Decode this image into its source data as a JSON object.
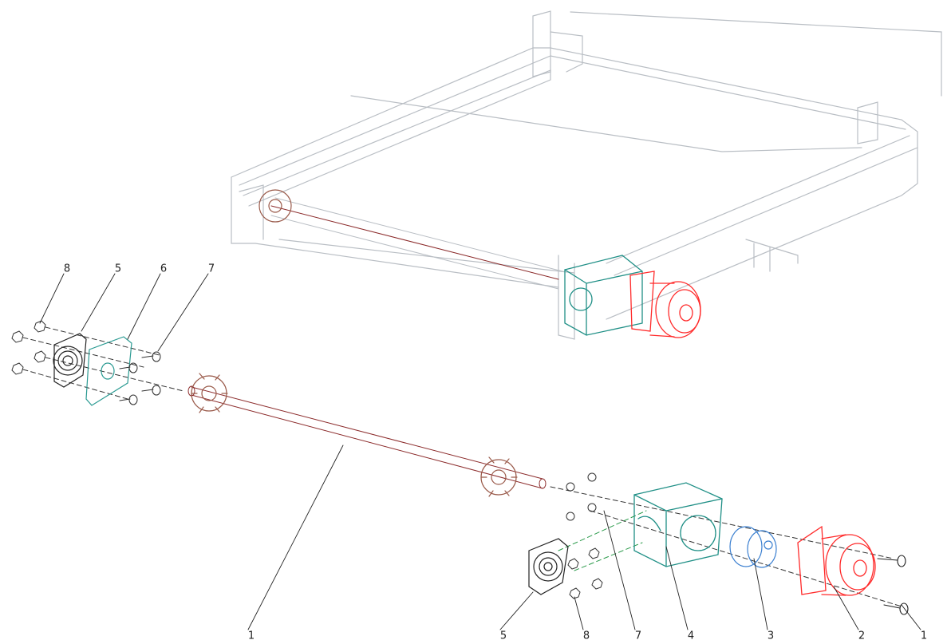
{
  "drawing": {
    "title_hidden": "",
    "colors": {
      "frame": "#b9bec4",
      "shaft": "#8b2a2a",
      "sprocket": "#9a5a4a",
      "motor": "#ff2a2a",
      "housing": "#1f8f86",
      "coupling": "#3a7fd0",
      "bearing": "#333333",
      "plate": "#2a9a92"
    },
    "callouts_top": [
      "8",
      "5",
      "6",
      "7"
    ],
    "callouts_bottom": [
      "1",
      "5",
      "8",
      "7",
      "4",
      "3",
      "2",
      "1"
    ]
  }
}
